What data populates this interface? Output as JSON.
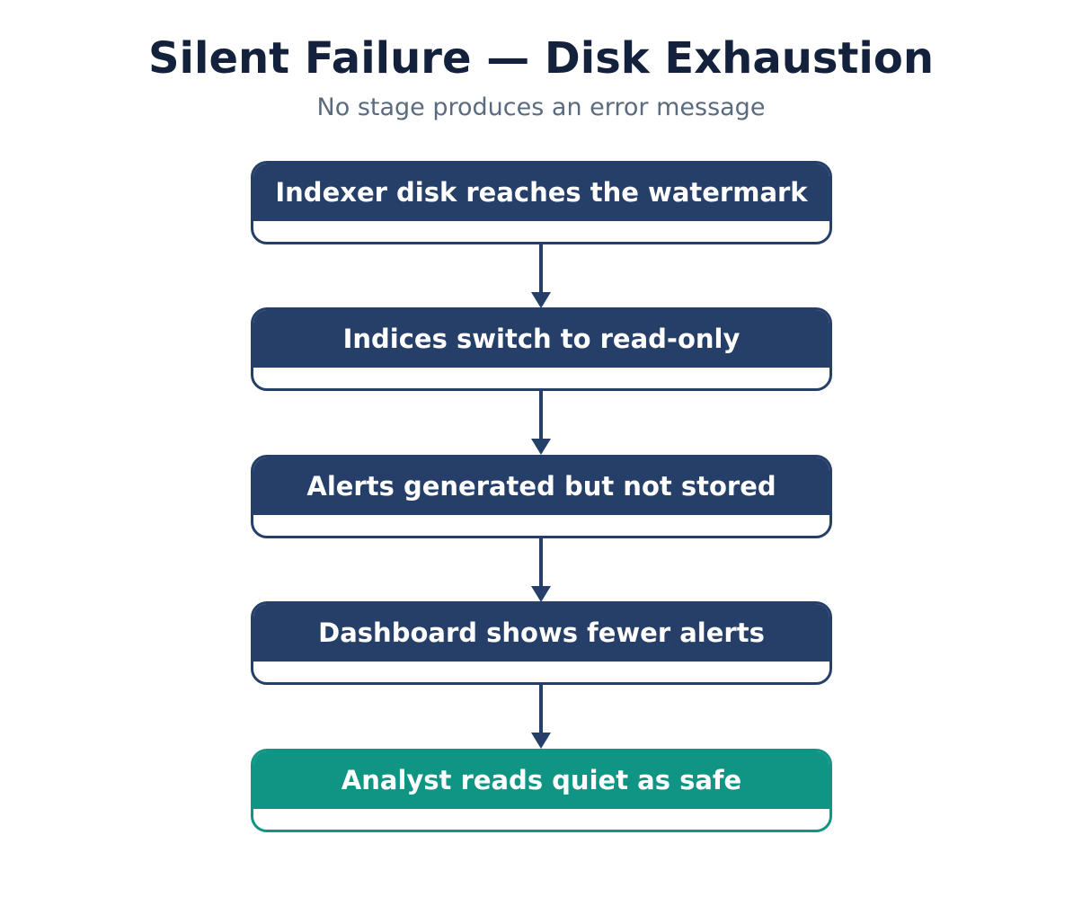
{
  "title": "Silent Failure — Disk Exhaustion",
  "subtitle": "No stage produces an error message",
  "colors": {
    "primary": "#253f69",
    "highlight": "#109484",
    "title": "#14213d",
    "subtitle": "#5a6b80"
  },
  "steps": [
    {
      "label": "Indexer disk reaches the watermark",
      "style": "primary"
    },
    {
      "label": "Indices switch to read-only",
      "style": "primary"
    },
    {
      "label": "Alerts generated but not stored",
      "style": "primary"
    },
    {
      "label": "Dashboard shows fewer alerts",
      "style": "primary"
    },
    {
      "label": "Analyst reads quiet as safe",
      "style": "highlight"
    }
  ]
}
